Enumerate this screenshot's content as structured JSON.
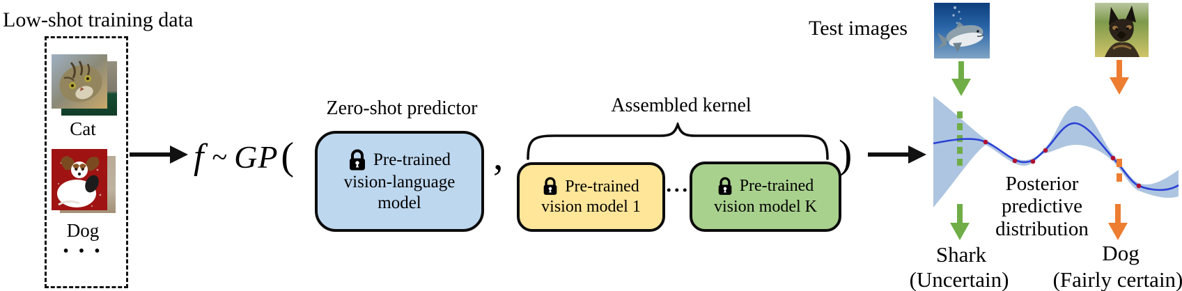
{
  "training": {
    "title": "Low-shot training data",
    "cat_label": "Cat",
    "dog_label": "Dog",
    "ellipsis": "• • •"
  },
  "formula": {
    "f": "f",
    "tilde": "~",
    "gp": "GP",
    "open_paren": "(",
    "comma": ",",
    "ellipsis": "...",
    "close_paren": ")"
  },
  "zero_shot": {
    "label": "Zero-shot predictor",
    "box_lines": [
      "Pre-trained",
      "vision-language",
      "model"
    ]
  },
  "kernel": {
    "label": "Assembled kernel",
    "box1_lines": [
      "Pre-trained",
      "vision model 1"
    ],
    "boxK_lines": [
      "Pre-trained",
      "vision model K"
    ]
  },
  "test": {
    "label": "Test images"
  },
  "posterior": {
    "caption_line1": "Posterior predictive",
    "caption_line2": "distribution",
    "plot": {
      "type": "gp-posterior",
      "band_color": "#adc5e0",
      "mean_line_color": "#2b3fd6",
      "marker_color": "#b01030",
      "num_markers": 6,
      "uncertain_marker": "green dotted vertical line in wide band",
      "certain_marker": "orange dotted vertical line in narrow band"
    }
  },
  "predictions": [
    {
      "label": "Shark",
      "confidence": "(Uncertain)"
    },
    {
      "label": "Dog",
      "confidence": "(Fairly certain)"
    }
  ],
  "colors": {
    "zero_shot_box": "#bdd7ee",
    "kernel_box_1": "#ffe699",
    "kernel_box_k": "#a9d18e",
    "uncertain_accent": "#70ad47",
    "certain_accent": "#ed7d31",
    "band": "#adc5e0",
    "mean_line": "#2b3fd6",
    "data_marker": "#b01030",
    "arrow_black": "#111111"
  }
}
